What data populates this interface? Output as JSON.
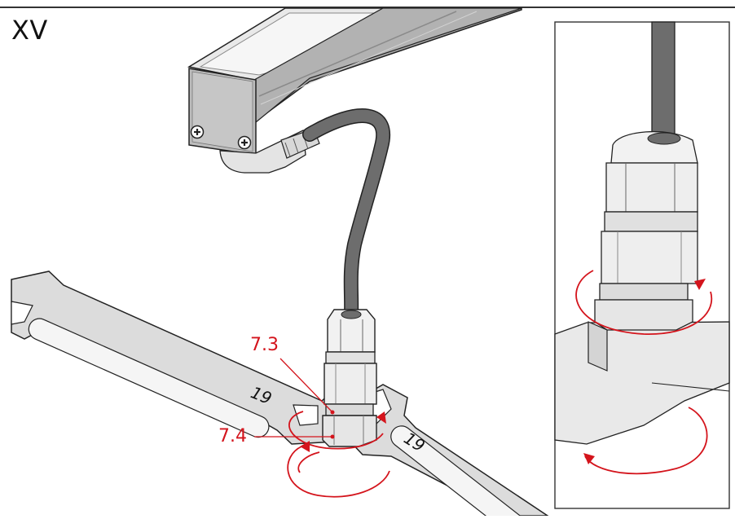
{
  "step": {
    "label": "XV"
  },
  "callouts": [
    {
      "id": "7.3",
      "text": "7.3"
    },
    {
      "id": "7.4",
      "text": "7.4"
    }
  ],
  "wrenches": [
    {
      "size": "19"
    },
    {
      "size": "19"
    }
  ],
  "colors": {
    "callout_red": "#d4141c",
    "profile_metal": "#b9b9b9",
    "cable": "#6d6d6d",
    "line": "#222222"
  }
}
